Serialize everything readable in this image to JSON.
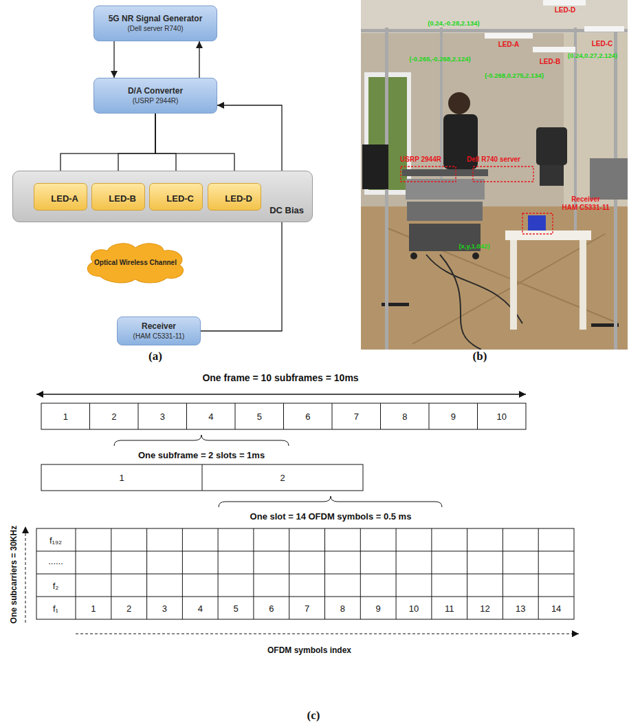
{
  "diagram": {
    "nodes": [
      {
        "text": [
          "5G NR Signal Generator",
          "(Dell server R740)"
        ]
      },
      {
        "text": [
          "D/A Converter",
          "(USRP 2944R)"
        ]
      },
      {
        "text": [
          "DC Bias"
        ]
      },
      {
        "text": [
          "LED-A"
        ],
        "in": 2
      },
      {
        "text": [
          "LED-B"
        ],
        "in": 2
      },
      {
        "text": [
          "LED-C"
        ],
        "in": 2
      },
      {
        "text": [
          "LED-D"
        ],
        "in": 2
      },
      {
        "text": [
          "Optical Wireless Channel"
        ]
      },
      {
        "text": [
          "Receiver",
          "(HAM C5331-11)"
        ]
      }
    ],
    "edges": [
      {
        "from": 0,
        "to": 1,
        "arrow": "to"
      },
      {
        "from": 1,
        "to": 0,
        "arrow": "to"
      },
      {
        "from": 1,
        "to": 3,
        "arrow": "to"
      },
      {
        "from": 1,
        "to": 4,
        "arrow": "to"
      },
      {
        "from": 1,
        "to": 5,
        "arrow": "to"
      },
      {
        "from": 1,
        "to": 6,
        "arrow": "to"
      },
      {
        "from": 8,
        "to": 1,
        "arrow": "to"
      }
    ],
    "labels": [
      "(a)",
      "(b)",
      "LED-D",
      "(0.24,-0.28,2.134)",
      "LED-A",
      "(-0.265,-0.268,2.124)",
      "LED-C",
      "(0.24,0.27,2.124)",
      "LED-B",
      "(-0.268,0.275,2.134)",
      "USRP 2944R",
      "Dell R740 server",
      "Receiver",
      "HAM C5331-11",
      "(x,y,1.042)",
      "One frame = 10 subframes = 10ms",
      "1",
      "2",
      "3",
      "4",
      "5",
      "6",
      "7",
      "8",
      "9",
      "10",
      "One subframe = 2 slots = 1ms",
      "1",
      "2",
      "One slot = 14 OFDM symbols = 0.5 ms",
      "f₁₉₂",
      "......",
      "f₂",
      "f₁",
      "1",
      "2",
      "3",
      "4",
      "5",
      "6",
      "7",
      "8",
      "9",
      "10",
      "11",
      "12",
      "13",
      "14",
      "One subcarriers = 30KHz",
      "OFDM symbols index",
      "(c)"
    ]
  }
}
